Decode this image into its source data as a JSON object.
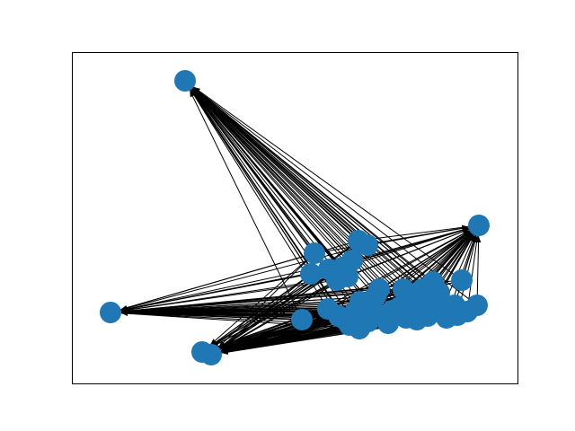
{
  "figure": {
    "type": "directed-graph",
    "node_color": "#1f77b4",
    "edge_color": "#000000",
    "frame_color": "#000000",
    "background": "#ffffff",
    "arrowheads": true,
    "axes_ticks": false,
    "title": ""
  },
  "graph": {
    "nodes": [
      {
        "id": "n0"
      },
      {
        "id": "n1"
      },
      {
        "id": "n2"
      },
      {
        "id": "n3"
      },
      {
        "id": "n4"
      },
      {
        "id": "n5"
      },
      {
        "id": "n6"
      },
      {
        "id": "n7"
      },
      {
        "id": "n8"
      },
      {
        "id": "n9"
      },
      {
        "id": "n10"
      },
      {
        "id": "n11"
      },
      {
        "id": "n12"
      },
      {
        "id": "n13"
      },
      {
        "id": "n14"
      },
      {
        "id": "n15"
      },
      {
        "id": "n16"
      },
      {
        "id": "n17"
      },
      {
        "id": "n18"
      },
      {
        "id": "n19"
      },
      {
        "id": "n20"
      },
      {
        "id": "n21"
      },
      {
        "id": "n22"
      },
      {
        "id": "n23"
      },
      {
        "id": "n24"
      },
      {
        "id": "n25"
      },
      {
        "id": "n26"
      },
      {
        "id": "n27"
      },
      {
        "id": "n28"
      },
      {
        "id": "n29"
      },
      {
        "id": "n30"
      },
      {
        "id": "n31"
      },
      {
        "id": "n32"
      },
      {
        "id": "n33"
      },
      {
        "id": "n34"
      },
      {
        "id": "n35"
      },
      {
        "id": "n36"
      },
      {
        "id": "n37"
      },
      {
        "id": "n38"
      },
      {
        "id": "n39"
      },
      {
        "id": "n40"
      },
      {
        "id": "n41"
      },
      {
        "id": "n42"
      },
      {
        "id": "n43"
      },
      {
        "id": "n44"
      },
      {
        "id": "n45"
      },
      {
        "id": "n46"
      },
      {
        "id": "n47"
      }
    ],
    "hub_targets": [
      "n0",
      "n1",
      "n2",
      "n3",
      "n4"
    ]
  }
}
